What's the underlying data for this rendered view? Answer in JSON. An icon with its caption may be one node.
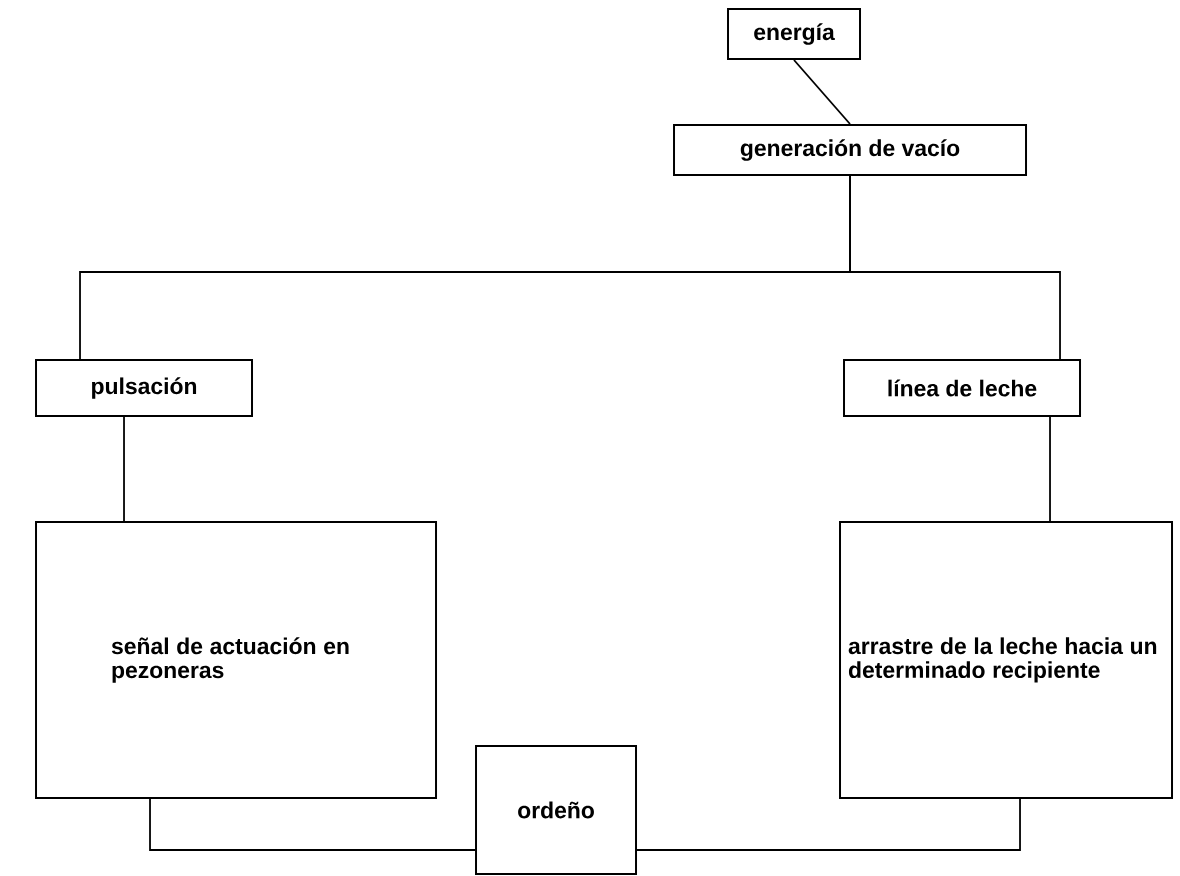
{
  "diagram": {
    "nodes": [
      {
        "text": [
          "energía"
        ]
      },
      {
        "text": [
          "generación de vacío"
        ]
      },
      {
        "text": [
          "pulsación"
        ]
      },
      {
        "text": [
          "línea de leche"
        ]
      },
      {
        "text": [
          "señal de actuación en pezoneras"
        ]
      },
      {
        "text": [
          "arrastre de la leche hacia un determinado recipiente"
        ]
      },
      {
        "text": [
          "ordeño"
        ]
      }
    ],
    "edges": [
      {
        "from": 0,
        "to": 1,
        "arrow": "none"
      },
      {
        "from": 1,
        "to": 2,
        "arrow": "none"
      },
      {
        "from": 1,
        "to": 3,
        "arrow": "none"
      },
      {
        "from": 2,
        "to": 4,
        "arrow": "none"
      },
      {
        "from": 3,
        "to": 5,
        "arrow": "none"
      },
      {
        "from": 4,
        "to": 6,
        "arrow": "none"
      },
      {
        "from": 5,
        "to": 6,
        "arrow": "none"
      }
    ]
  }
}
